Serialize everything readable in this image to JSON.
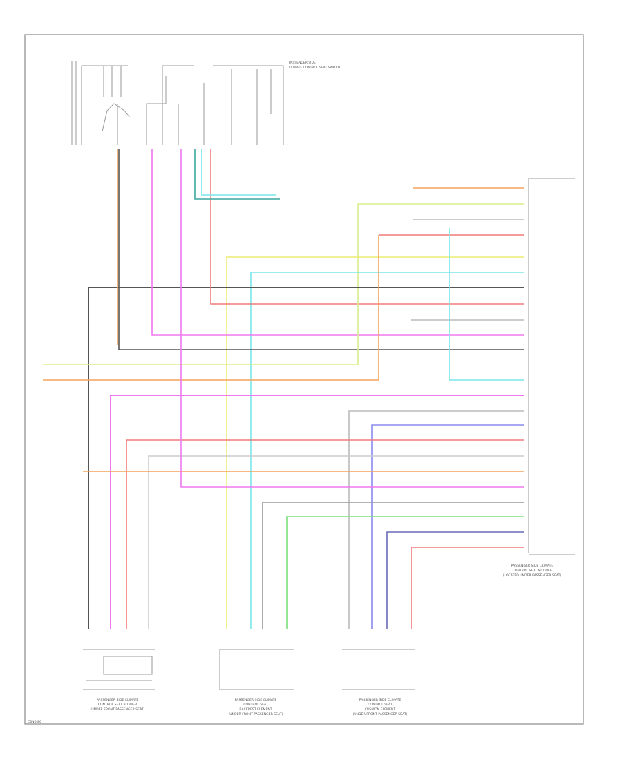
{
  "colors": {
    "orange": "#f5a45c",
    "yellow": "#ecec72",
    "yellow_green": "#d8ee8a",
    "black": "#555555",
    "red": "#f07c7c",
    "violet": "#ef78ef",
    "cyan": "#7ae6ea",
    "green": "#7ae07a",
    "blue": "#8a8aee",
    "dark_blue": "#6a6ab8",
    "teal": "#3aa8a0",
    "gray": "#bbbbbb"
  },
  "footer": {
    "code": "C3N0-86"
  },
  "connectors": {
    "top_left_sw": {
      "caption": [
        "PASSENGER SIDE",
        "CLIMATE CONTROL SEAT SWITCH"
      ]
    },
    "right_module": {
      "caption": [
        "PASSENGER SIDE CLIMATE",
        "CONTROL SEAT MODULE",
        "(LOCATED UNDER PASSENGER SEAT)"
      ]
    },
    "bottom_left": {
      "caption": [
        "PASSENGER SIDE CLIMATE",
        "CONTROL SEAT BLOWER",
        "(UNDER FRONT PASSENGER SEAT)"
      ]
    },
    "bottom_mid": {
      "caption": [
        "PASSENGER SIDE CLIMATE",
        "CONTROL SEAT",
        "BACKREST ELEMENT",
        "(UNDER FRONT PASSENGER SEAT)"
      ]
    },
    "bottom_right": {
      "caption": [
        "PASSENGER SIDE CLIMATE",
        "CONTROL SEAT",
        "CUSHION ELEMENT",
        "(UNDER FRONT PASSENGER SEAT)"
      ]
    }
  }
}
